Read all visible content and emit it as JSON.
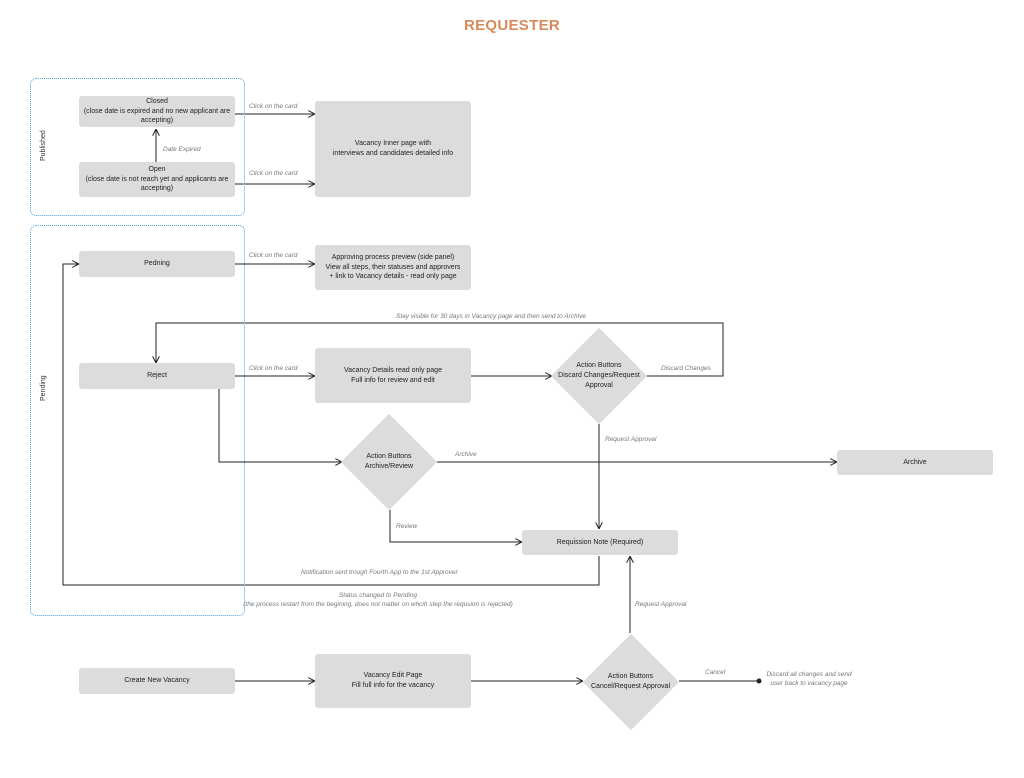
{
  "title": "REQUESTER",
  "groups": {
    "published": "Published",
    "pending": "Pending"
  },
  "nodes": {
    "closed": "Closed\n(close date is expired and no new applicant are accepting)",
    "open": "Open\n(close date is not reach yet and applicants are accepting)",
    "vacancy_inner": "Vacancy Inner page with\ninterviews and candidates detailed info",
    "pending": "Pedning",
    "approving_preview": "Approving process preview (side panel)\nView all steps, their statuses and approvers\n+ link to Vacancy details - read only page",
    "reject": "Reject",
    "vacancy_details": "Vacancy Details read only page\nFull info for review and edit",
    "action_discard_request": "Action Buttons\nDiscard Changes/Request\nApproval",
    "action_archive_review": "Action Buttons\nArchive/Review",
    "archive": "Archive",
    "requisition_note": "Requission Note (Required)",
    "create_new": "Create New Vacancy",
    "vacancy_edit": "Vacancy Edit Page\nFill full info for the vacancy",
    "action_cancel_request": "Action Buttons\nCancel/Request Approval",
    "discard_note": "Discard all changes and send\nuser back to vacancy page"
  },
  "edge_labels": {
    "click_closed": "Click on the card",
    "date_expired": "Date Expired",
    "click_open": "Click on the card",
    "click_pending": "Click on the card",
    "stay_visible": "Stay visible for 30 days in Vacancy page and then send to Archive",
    "click_reject": "Click on the card",
    "discard_changes": "Discard Changes",
    "request_approval_top": "Request Approval",
    "archive_edge": "Archive",
    "review": "Review",
    "notification": "Notification sent trough Fourth App to the 1st Approver",
    "status_changed": "Status changed to Pending\n(the process restart from the begining, does not matter on whcih step the requsion is rejected)",
    "request_approval_bottom": "Request Approval",
    "cancel": "Cancel"
  }
}
